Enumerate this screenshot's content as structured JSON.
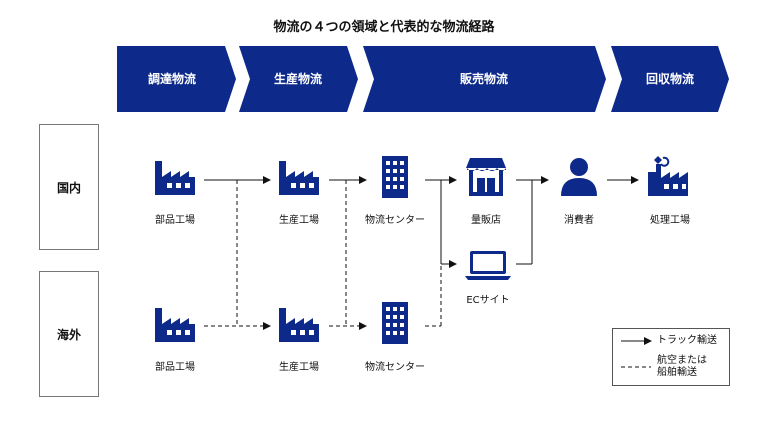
{
  "title": "物流の４つの領域と代表的な物流経路",
  "phases": [
    "調達物流",
    "生産物流",
    "販売物流",
    "回収物流"
  ],
  "rows": {
    "domestic": "国内",
    "overseas": "海外"
  },
  "nodes": {
    "parts_factory_domestic": "部品工場",
    "production_factory_domestic": "生産工場",
    "logistics_center_domestic": "物流センター",
    "mass_retailer": "量販店",
    "consumer": "消費者",
    "disposal_factory": "処理工場",
    "ec_site": "ECサイト",
    "parts_factory_overseas": "部品工場",
    "production_factory_overseas": "生産工場",
    "logistics_center_overseas": "物流センター"
  },
  "legend": {
    "truck": "トラック輸送",
    "air_ship_line1": "航空または",
    "air_ship_line2": "船舶輸送"
  },
  "colors": {
    "brand": "#0d2a8a"
  }
}
